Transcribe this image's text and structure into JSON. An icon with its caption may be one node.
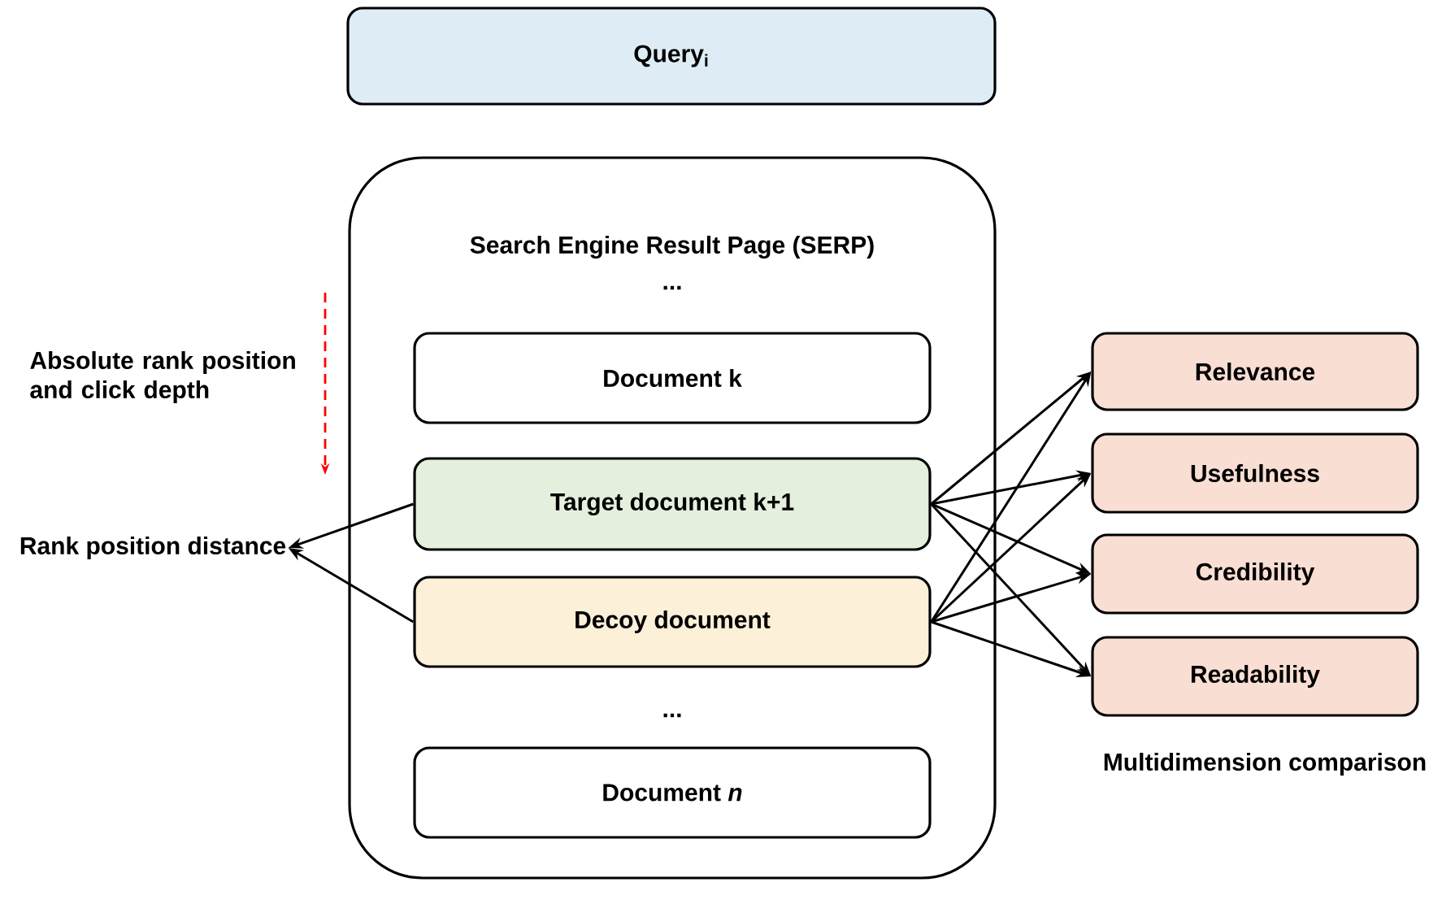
{
  "diagram": {
    "nodes": [
      {
        "text": [
          "Query$_{i}$"
        ]
      },
      {
        "text": [
          "Search Engine Result Page (SERP)",
          "...",
          "..."
        ]
      },
      {
        "text": [
          "Document k"
        ],
        "in": 1
      },
      {
        "text": [
          "Target document k+1"
        ],
        "in": 1
      },
      {
        "text": [
          "Decoy document"
        ],
        "in": 1
      },
      {
        "text": [
          "Document *n*"
        ],
        "in": 1
      },
      {
        "text": [
          "Rank position distance"
        ]
      },
      {
        "text": [
          "Relevance"
        ]
      },
      {
        "text": [
          "Usefulness"
        ]
      },
      {
        "text": [
          "Credibility"
        ]
      },
      {
        "text": [
          "Readability"
        ]
      }
    ],
    "edges": [
      {
        "from": 3,
        "to": 6,
        "arrow": "to"
      },
      {
        "from": 4,
        "to": 6,
        "arrow": "to"
      },
      {
        "from": 3,
        "to": 7,
        "arrow": "to"
      },
      {
        "from": 3,
        "to": 8,
        "arrow": "to"
      },
      {
        "from": 3,
        "to": 9,
        "arrow": "to"
      },
      {
        "from": 3,
        "to": 10,
        "arrow": "to"
      },
      {
        "from": 4,
        "to": 7,
        "arrow": "to"
      },
      {
        "from": 4,
        "to": 8,
        "arrow": "to"
      },
      {
        "from": 4,
        "to": 9,
        "arrow": "to"
      },
      {
        "from": 4,
        "to": 10,
        "arrow": "to"
      }
    ],
    "labels": [
      "Absolute rank position and click depth",
      "Multidimension comparison"
    ]
  }
}
